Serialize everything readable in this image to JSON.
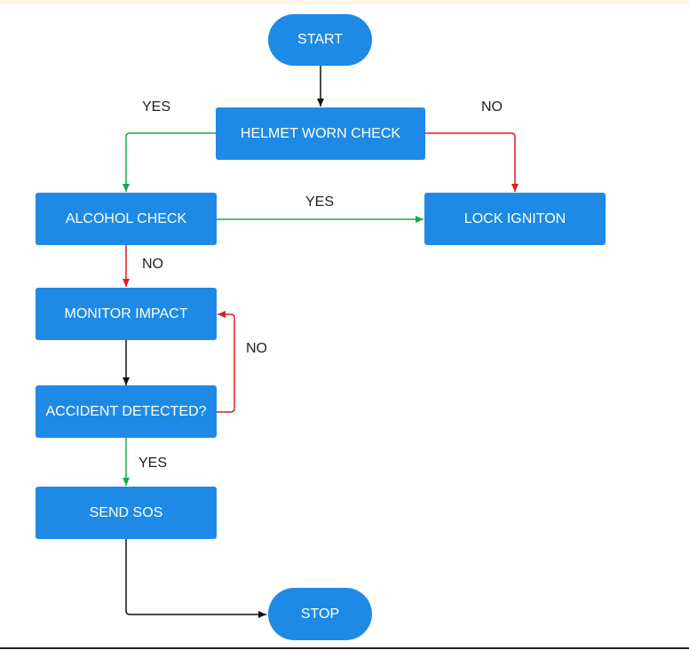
{
  "flowchart": {
    "nodes": {
      "start": "START",
      "helmet_check": "HELMET WORN CHECK",
      "alcohol_check": "ALCOHOL CHECK",
      "lock_ignition": "LOCK IGNITON",
      "monitor_impact": "MONITOR IMPACT",
      "accident_detected": "ACCIDENT DETECTED?",
      "send_sos": "SEND SOS",
      "stop": "STOP"
    },
    "edge_labels": {
      "helmet_yes": "YES",
      "helmet_no": "NO",
      "alcohol_yes": "YES",
      "alcohol_no": "NO",
      "accident_no": "NO",
      "accident_yes": "YES"
    },
    "colors": {
      "node_fill": "#1e8ae6",
      "node_text": "#ffffff",
      "yes_arrow": "#1aa84b",
      "no_arrow": "#e01b1b",
      "plain_arrow": "#111111"
    }
  }
}
